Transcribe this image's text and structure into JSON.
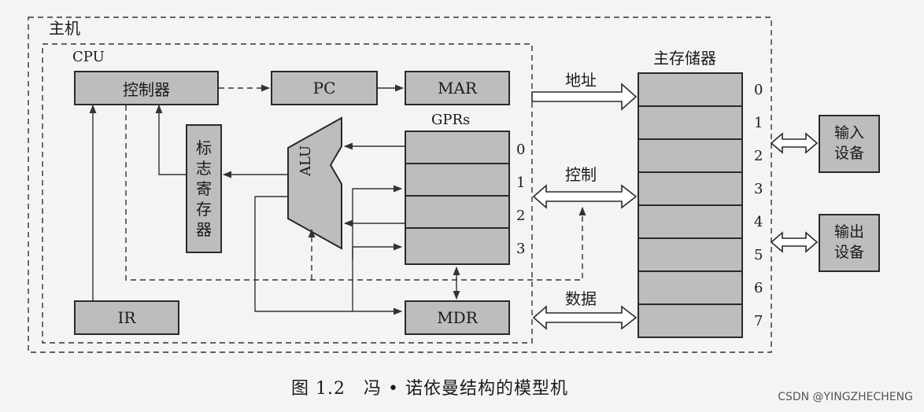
{
  "host_label": "主机",
  "cpu_label": "CPU",
  "controller": "控制器",
  "pc": "PC",
  "mar": "MAR",
  "gprs_label": "GPRs",
  "gpr_indices": [
    "0",
    "1",
    "2",
    "3"
  ],
  "alu": "ALU",
  "flags_register": [
    "标",
    "志",
    "寄",
    "存",
    "器"
  ],
  "ir": "IR",
  "mdr": "MDR",
  "memory_label": "主存储器",
  "memory_indices": [
    "0",
    "1",
    "2",
    "3",
    "4",
    "5",
    "6",
    "7"
  ],
  "bus_address": "地址",
  "bus_control": "控制",
  "bus_data": "数据",
  "input_device": [
    "输入",
    "设备"
  ],
  "output_device": [
    "输出",
    "设备"
  ],
  "caption": "图 1.2　冯 • 诺依曼结构的模型机",
  "watermark": "CSDN @YINGZHECHENG"
}
